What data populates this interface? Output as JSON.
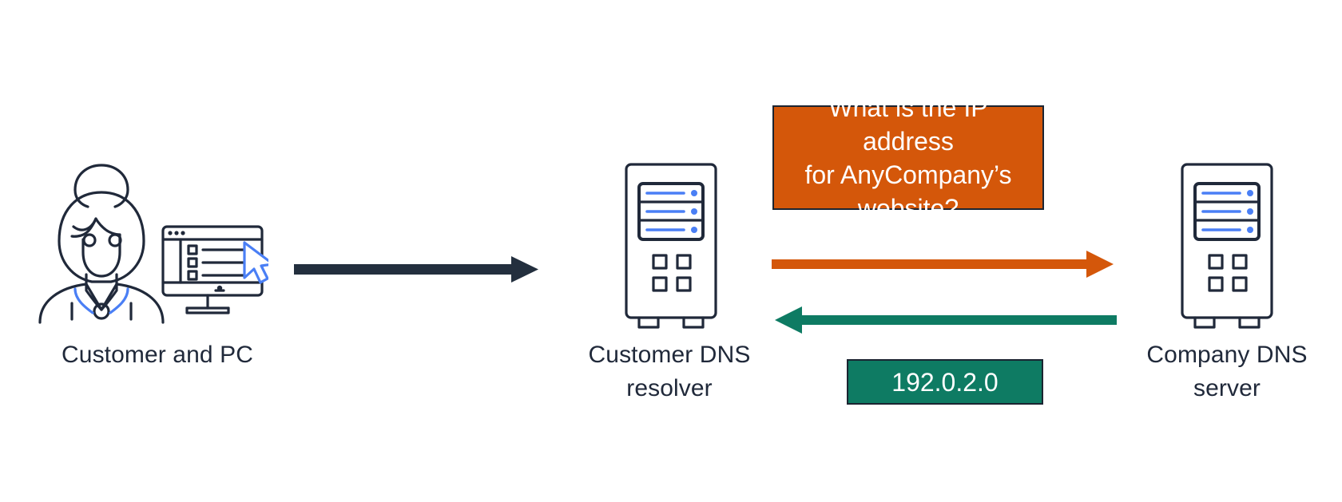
{
  "diagram": {
    "type": "dns-resolution-flow",
    "background": "#ffffff",
    "colors": {
      "ink": "#20293A",
      "accent_blue": "#4A7FF5",
      "question_orange": "#D4570A",
      "answer_green": "#0E7B63",
      "arrow_dark": "#232F3E"
    }
  },
  "nodes": [
    {
      "id": "customer",
      "label": "Customer and PC",
      "icon": "user-and-monitor-icon"
    },
    {
      "id": "customer_dns",
      "label": "Customer DNS\nresolver",
      "icon": "server-tower-icon"
    },
    {
      "id": "company_dns",
      "label": "Company DNS\nserver",
      "icon": "server-tower-icon"
    }
  ],
  "messages": {
    "question": {
      "text": "What is the IP address\nfor AnyCompany’s\nwebsite?",
      "fill": "#D4570A",
      "border": "#1B2431",
      "text_color": "#ffffff"
    },
    "answer": {
      "text": "192.0.2.0",
      "fill": "#0E7B63",
      "border": "#1B2431",
      "text_color": "#ffffff"
    }
  },
  "arrows": [
    {
      "id": "pc-to-resolver",
      "color": "#232F3E",
      "direction": "right"
    },
    {
      "id": "query-to-company",
      "color": "#D4570A",
      "direction": "right"
    },
    {
      "id": "response-to-resolver",
      "color": "#0E7B63",
      "direction": "left"
    }
  ]
}
